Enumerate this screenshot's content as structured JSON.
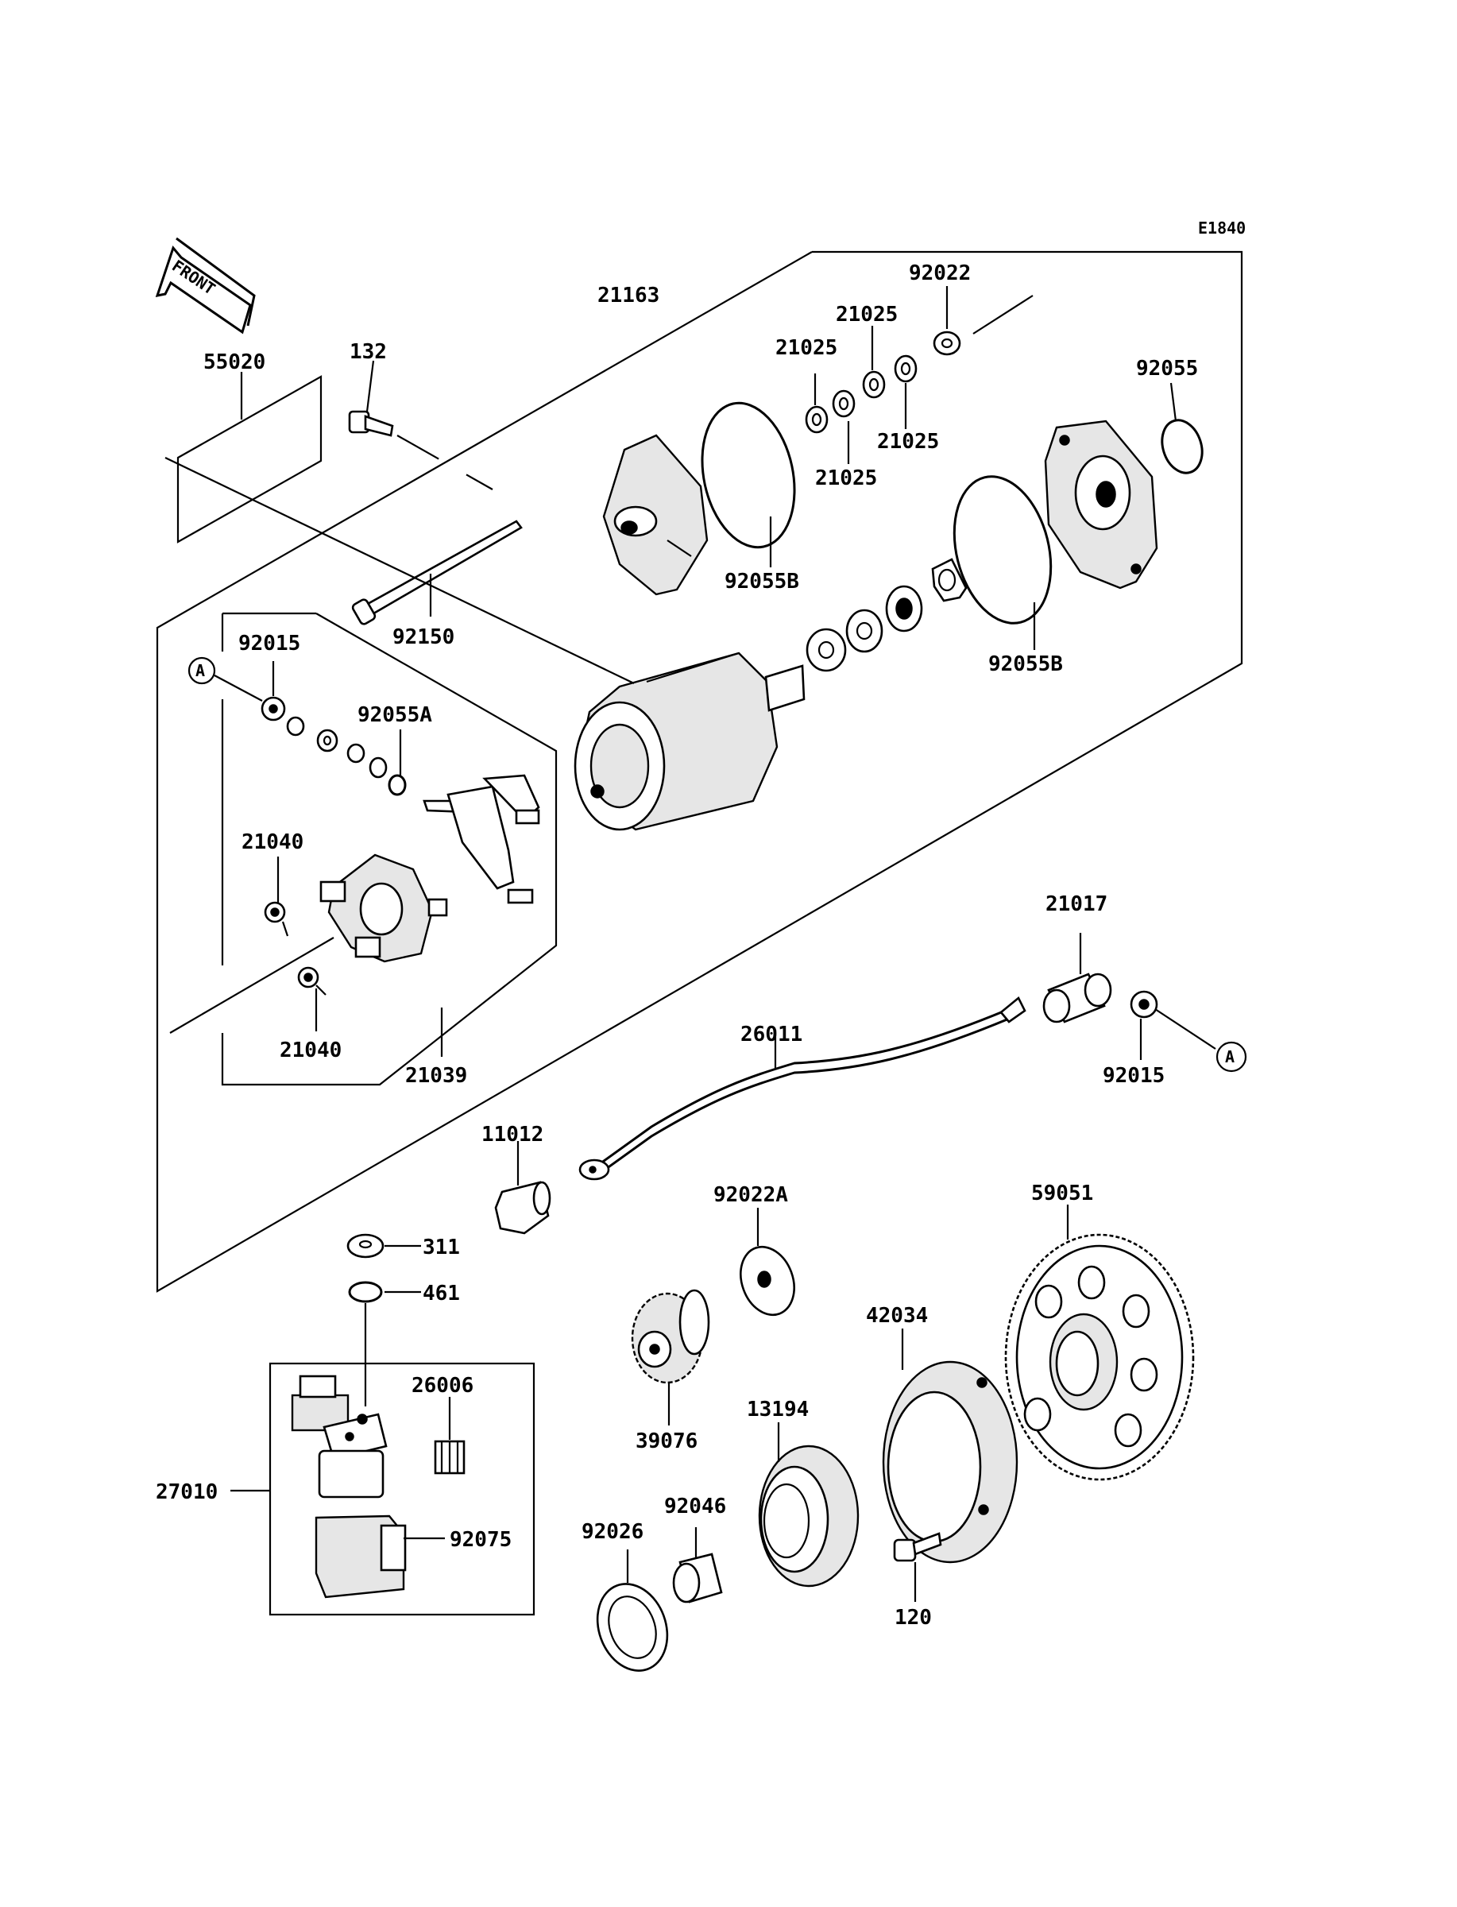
{
  "diagram_code": "E1840",
  "front_label": "FRONT",
  "callout_letter": "A",
  "parts": {
    "p55020": "55020",
    "p132": "132",
    "p21163": "21163",
    "p92022": "92022",
    "p21025_a": "21025",
    "p21025_b": "21025",
    "p21025_c": "21025",
    "p21025_d": "21025",
    "p92055": "92055",
    "p92055B_a": "92055B",
    "p92055B_b": "92055B",
    "p92150": "92150",
    "p92015_a": "92015",
    "p92055A": "92055A",
    "p21040_a": "21040",
    "p21040_b": "21040",
    "p21039": "21039",
    "p21017": "21017",
    "p92015_b": "92015",
    "p26011": "26011",
    "p11012": "11012",
    "p311": "311",
    "p461": "461",
    "p26006": "26006",
    "p27010": "27010",
    "p92075": "92075",
    "p92022A": "92022A",
    "p59051": "59051",
    "p42034": "42034",
    "p39076": "39076",
    "p13194": "13194",
    "p92046": "92046",
    "p92026": "92026",
    "p120": "120"
  }
}
